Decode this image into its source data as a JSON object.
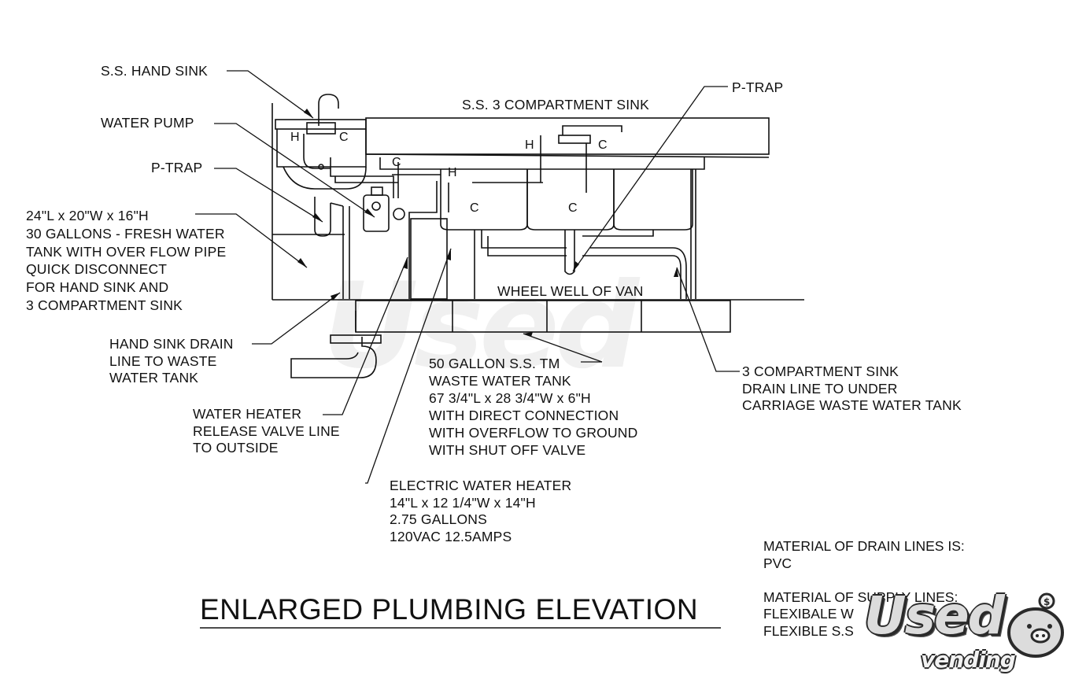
{
  "labels": {
    "hand_sink": "S.S. HAND SINK",
    "water_pump": "WATER PUMP",
    "p_trap_left": "P-TRAP",
    "fresh_tank": "24\"L x 20\"W x 16\"H\n30 GALLONS - FRESH WATER\nTANK WITH OVER FLOW PIPE\nQUICK DISCONNECT\nFOR HAND SINK AND\n3 COMPARTMENT SINK",
    "three_comp_sink": "S.S. 3 COMPARTMENT SINK",
    "p_trap_right": "P-TRAP",
    "wheel_well": "WHEEL WELL OF VAN",
    "hand_drain": "HAND SINK DRAIN\nLINE TO WASTE\nWATER TANK",
    "waste_tank": "50 GALLON S.S. TM\nWASTE WATER TANK\n67 3/4\"L x 28 3/4\"W x 6\"H\nWITH DIRECT CONNECTION\nWITH OVERFLOW TO GROUND\nWITH SHUT OFF VALVE",
    "sink_drain": "3 COMPARTMENT SINK\nDRAIN LINE TO UNDER\nCARRIAGE WASTE WATER TANK",
    "release_valve": "WATER HEATER\nRELEASE VALVE LINE\nTO OUTSIDE",
    "heater": "ELECTRIC WATER HEATER\n14\"L x 12 1/4\"W x 14\"H\n2.75 GALLONS\n120VAC 12.5AMPS"
  },
  "markers": {
    "hot": "H",
    "cold": "C"
  },
  "title": "ENLARGED PLUMBING ELEVATION",
  "notes": "MATERIAL OF DRAIN LINES IS:\nPVC\n\nMATERIAL OF SUPPLY LINES:\nFLEXIBALE W\nFLEXIBLE S.S",
  "logo": {
    "word": "Used",
    "sub": "vending"
  },
  "colors": {
    "line": "#111111",
    "logo_fill": "#dcdcdc",
    "logo_outline": "#2a2a2a"
  }
}
